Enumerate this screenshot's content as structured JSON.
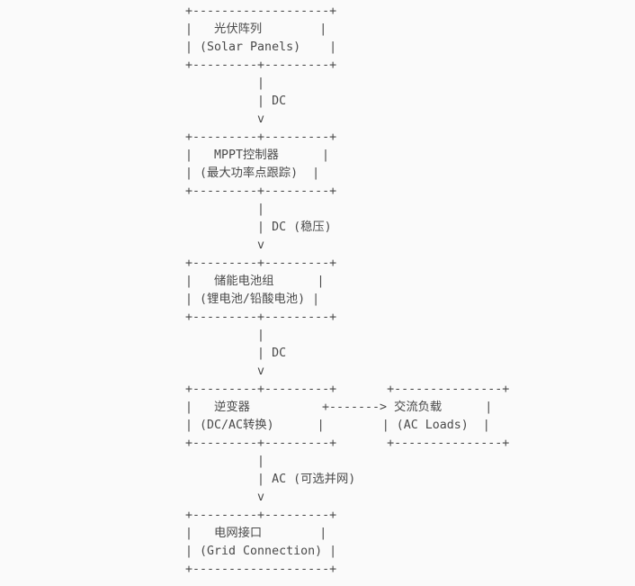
{
  "page": {
    "background_color": "#fafafa",
    "text_color": "#4a4a4a"
  },
  "diagram": {
    "type": "ascii-flowchart",
    "title_semantic": "Solar photovoltaic power system flow",
    "lines": [
      "+-------------------+",
      "|   光伏阵列        |",
      "| (Solar Panels)    |",
      "+---------+---------+",
      "          |",
      "          | DC",
      "          v",
      "+---------+---------+",
      "|   MPPT控制器      |",
      "| (最大功率点跟踪)  |",
      "+---------+---------+",
      "          |",
      "          | DC (稳压)",
      "          v",
      "+---------+---------+",
      "|   储能电池组      |",
      "| (锂电池/铅酸电池) |",
      "+---------+---------+",
      "          |",
      "          | DC",
      "          v",
      "+---------+---------+       +---------------+",
      "|   逆变器          +-------> 交流负载      |",
      "| (DC/AC转换)      |        | (AC Loads)  |",
      "+---------+---------+       +---------------+",
      "          |",
      "          | AC (可选并网)",
      "          v",
      "+---------+---------+",
      "|   电网接口        |",
      "| (Grid Connection) |",
      "+-------------------+"
    ],
    "nodes": [
      {
        "label": "光伏阵列",
        "sublabel": "(Solar Panels)"
      },
      {
        "label": "MPPT控制器",
        "sublabel": "(最大功率点跟踪)"
      },
      {
        "label": "储能电池组",
        "sublabel": "(锂电池/铅酸电池)"
      },
      {
        "label": "逆变器",
        "sublabel": "(DC/AC转换)"
      },
      {
        "label": "交流负载",
        "sublabel": "(AC Loads)"
      },
      {
        "label": "电网接口",
        "sublabel": "(Grid Connection)"
      }
    ],
    "edges": [
      {
        "from": "光伏阵列",
        "to": "MPPT控制器",
        "label": "DC"
      },
      {
        "from": "MPPT控制器",
        "to": "储能电池组",
        "label": "DC (稳压)"
      },
      {
        "from": "储能电池组",
        "to": "逆变器",
        "label": "DC"
      },
      {
        "from": "逆变器",
        "to": "交流负载",
        "label": ""
      },
      {
        "from": "逆变器",
        "to": "电网接口",
        "label": "AC (可选并网)"
      }
    ]
  }
}
